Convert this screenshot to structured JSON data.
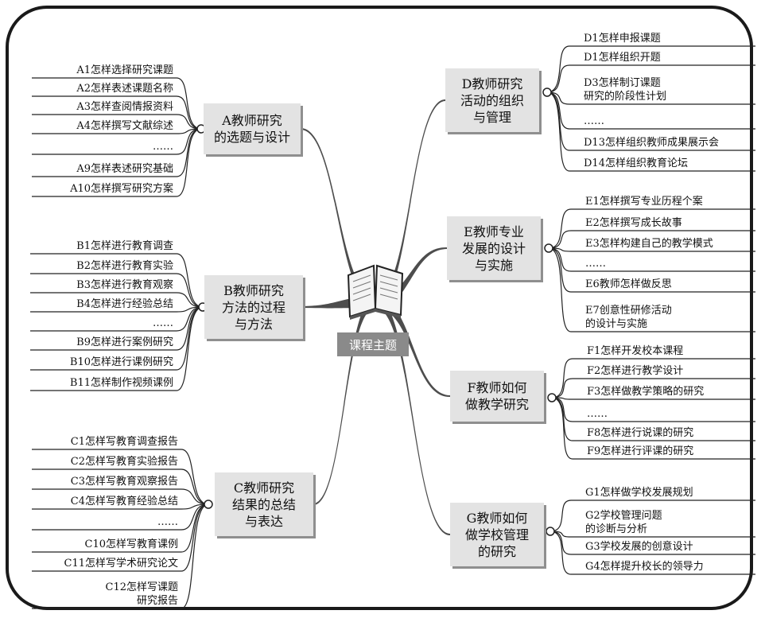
{
  "center": {
    "label": "课程主题"
  },
  "branches": [
    {
      "id": "A",
      "side": "left",
      "title": "A教师研究\n的选题与设计",
      "items": [
        "A1怎样选择研究课题",
        "A2怎样表述课题名称",
        "A3怎样查阅情报资料",
        "A4怎样撰写文献综述",
        "……",
        "A9怎样表述研究基础",
        "A10怎样撰写研究方案"
      ]
    },
    {
      "id": "B",
      "side": "left",
      "title": "B教师研究\n方法的过程\n与方法",
      "items": [
        "B1怎样进行教育调查",
        "B2怎样进行教育实验",
        "B3怎样进行教育观察",
        "B4怎样进行经验总结",
        "……",
        "B9怎样进行案例研究",
        "B10怎样进行课例研究",
        "B11怎样制作视频课例"
      ]
    },
    {
      "id": "C",
      "side": "left",
      "title": "C教师研究\n结果的总结\n与表达",
      "items": [
        "C1怎样写教育调查报告",
        "C2怎样写教育实验报告",
        "C3怎样写教育观察报告",
        "C4怎样写教育经验总结",
        "……",
        "C10怎样写教育课例",
        "C11怎样写学术研究论文",
        "C12怎样写课题\n研究报告"
      ]
    },
    {
      "id": "D",
      "side": "right",
      "title": "D教师研究\n活动的组织\n与管理",
      "items": [
        "D1怎样申报课题",
        "D1怎样组织开题",
        "D3怎样制订课题\n研究的阶段性计划",
        "……",
        "D13怎样组织教师成果展示会",
        "D14怎样组织教育论坛"
      ]
    },
    {
      "id": "E",
      "side": "right",
      "title": "E教师专业\n发展的设计\n与实施",
      "items": [
        "E1怎样撰写专业历程个案",
        "E2怎样撰写成长故事",
        "E3怎样构建自己的教学模式",
        "……",
        "E6教师怎样做反思",
        "E7创意性研修活动\n的设计与实施"
      ]
    },
    {
      "id": "F",
      "side": "right",
      "title": "F教师如何\n做教学研究",
      "items": [
        "F1怎样开发校本课程",
        "F2怎样进行教学设计",
        "F3怎样做教学策略的研究",
        "……",
        "F8怎样进行说课的研究",
        "F9怎样进行评课的研究"
      ]
    },
    {
      "id": "G",
      "side": "right",
      "title": "G教师如何\n做学校管理\n的研究",
      "items": [
        "G1怎样做学校发展规划",
        "G2学校管理问题\n的诊断与分析",
        "G3学校发展的创意设计",
        "G4怎样提升校长的领导力"
      ]
    }
  ],
  "colors": {
    "frame": "#1a1a1a",
    "box": "#e3e3e3",
    "box_shadow": "#8f8f8f",
    "center_label": "#8a8a8a",
    "branch": "#3a3a3a"
  },
  "icons": {
    "center": "open-book-icon"
  }
}
